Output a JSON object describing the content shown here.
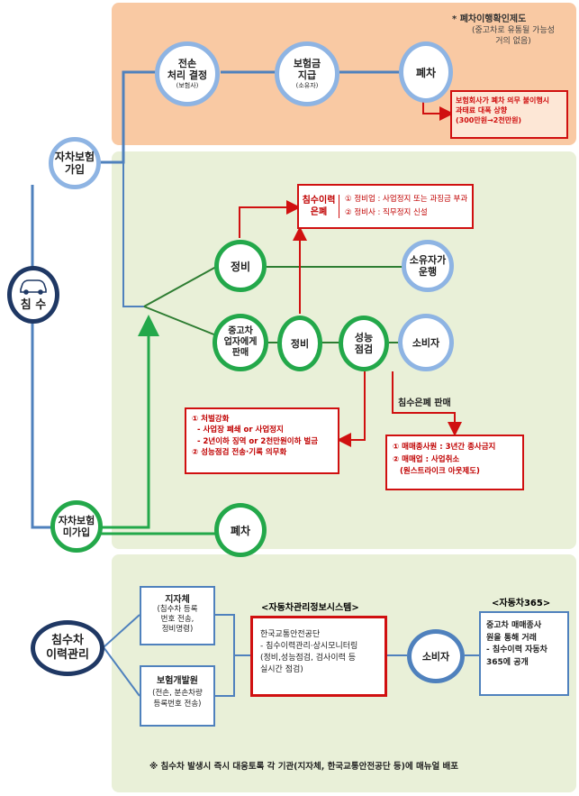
{
  "colors": {
    "orange_panel": "#f9c9a3",
    "green_panel": "#e9f0d8",
    "blue": "#4f81bd",
    "green": "#23a84a",
    "red": "#d01010",
    "dark_green": "#2e7d32"
  },
  "center": {
    "label": "침 수",
    "icon": "car-icon"
  },
  "insured": {
    "label": "자차보험\n가입",
    "steps": [
      {
        "main": "전손\n처리 결정",
        "sub": "(보험사)"
      },
      {
        "main": "보험금\n지급",
        "sub": "(소유자)"
      },
      {
        "main": "폐차",
        "sub": ""
      }
    ],
    "note_title": "* 폐차이행확인제도",
    "note_body": "(중고차로 유통될 가능성\n거의 없음)",
    "warning": "보험회사가 폐차 의무 불이행시\n과태료 대폭 상향\n(300만원→2천만원)"
  },
  "flow": {
    "repair": "정비",
    "owner": "소유자가\n운행",
    "dealer": "중고차\n업자에게\n판매",
    "repair2": "정비",
    "inspect": "성능\n점검",
    "consumer": "소비자",
    "concealed_label": "침수이력\n은폐",
    "concealed_items": [
      "① 정비업 : 사업정지 또는 과징금 부과",
      "② 정비사 : 직무정지 신설"
    ],
    "penalty_items": [
      "① 처벌강화",
      "- 사업장 폐쇄 or 사업정지",
      "- 2년이하 징역 or 2천만원이하 벌금",
      "② 성능점검 전송·기록 의무화"
    ],
    "sale_label": "침수은폐 판매",
    "sale_items": [
      "① 매매종사원 : 3년간 종사금지",
      "② 매매업 : 사업취소",
      "(원스트라이크 아웃제도)"
    ]
  },
  "uninsured": {
    "label": "자차보험\n미가입",
    "scrap": "폐차"
  },
  "history": {
    "label": "침수차\n이력관리",
    "local_gov": {
      "title": "지자체",
      "body": "(침수차 등록\n번호 전송,\n정비명령)"
    },
    "insurance_dev": {
      "title": "보험개발원",
      "body": "(전손, 분손차량\n등록번호 전송)"
    },
    "system_title": "<자동차관리정보시스템>",
    "system_body": "한국교통안전공단\n- 침수이력관리·상시모니터링\n(정비,성능점검, 검사이력 등\n실시간 점검)",
    "consumer": "소비자",
    "car365_title": "<자동차365>",
    "car365_body": "중고차 매매종사\n원을 통해 거래\n- 침수이력 자동차\n365에 공개",
    "footer": "※ 침수차 발생시 즉시 대응토록 각 기관(지자체, 한국교통안전공단 등)에 매뉴얼 배포"
  }
}
